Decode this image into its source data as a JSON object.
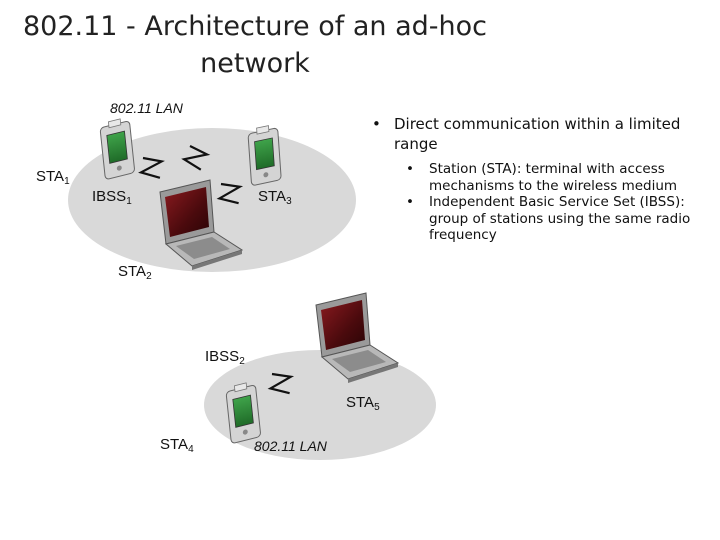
{
  "title": {
    "line1": "802.11 - Architecture of an ad-hoc",
    "line2": "network"
  },
  "diagram": {
    "lan_top": "802.11 LAN",
    "lan_bottom": "802.11 LAN",
    "ibss1": {
      "name": "IBSS",
      "sub": "1"
    },
    "ibss2": {
      "name": "IBSS",
      "sub": "2"
    },
    "stations": [
      {
        "name": "STA",
        "sub": "1"
      },
      {
        "name": "STA",
        "sub": "2"
      },
      {
        "name": "STA",
        "sub": "3"
      },
      {
        "name": "STA",
        "sub": "4"
      },
      {
        "name": "STA",
        "sub": "5"
      }
    ]
  },
  "bullets": {
    "main": "Direct communication within a limited range",
    "sub": [
      "Station (STA): terminal with access mechanisms to the wireless medium",
      "Independent Basic Service Set (IBSS): group of stations using the same radio frequency"
    ]
  },
  "colors": {
    "ellipse": "#d9d9d9",
    "laptop_body": "#a8a8a8",
    "laptop_screen": "#5a0d10",
    "pda_body": "#d0d0d0",
    "pda_screen": "#2e8b3a"
  },
  "icons": [
    "laptop-icon",
    "pda-icon",
    "wireless-link-icon"
  ]
}
